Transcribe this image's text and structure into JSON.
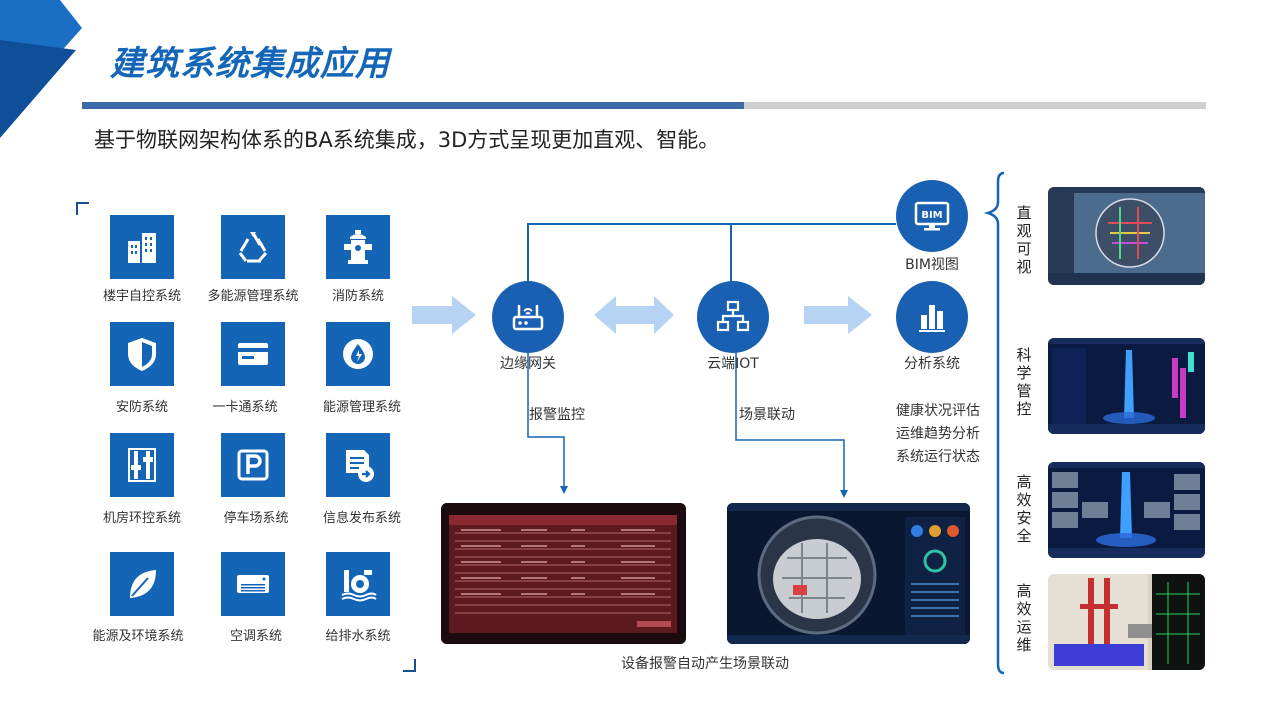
{
  "header": {
    "title": "建筑系统集成应用",
    "subtitle": "基于物联网架构体系的BA系统集成，3D方式呈现更加直观、智能。"
  },
  "systems": [
    {
      "label": "楼宇自控系统",
      "icon": "building-icon"
    },
    {
      "label": "多能源管理系统",
      "icon": "recycle-icon"
    },
    {
      "label": "消防系统",
      "icon": "hydrant-icon"
    },
    {
      "label": "安防系统",
      "icon": "shield-icon"
    },
    {
      "label": "一卡通系统",
      "icon": "card-icon"
    },
    {
      "label": "能源管理系统",
      "icon": "water-drop-icon"
    },
    {
      "label": "机房环控系统",
      "icon": "sliders-icon"
    },
    {
      "label": "停车场系统",
      "icon": "parking-icon"
    },
    {
      "label": "信息发布系统",
      "icon": "document-share-icon"
    },
    {
      "label": "能源及环境系统",
      "icon": "leaf-icon"
    },
    {
      "label": "空调系统",
      "icon": "air-conditioner-icon"
    },
    {
      "label": "给排水系统",
      "icon": "pump-icon"
    }
  ],
  "nodes": {
    "edge_gateway": "边缘网关",
    "cloud_iot": "云端IOT",
    "analysis": "分析系统",
    "bim": "BIM视图",
    "bim_icon_text": "BIM"
  },
  "links": {
    "alarm_monitor": "报警监控",
    "scene_linkage": "场景联动"
  },
  "analysis_items": [
    "健康状况评估",
    "运维趋势分析",
    "系统运行状态"
  ],
  "bottom_caption": "设备报警自动产生场景联动",
  "side_features": [
    "直观可视",
    "科学管控",
    "高效安全",
    "高效运维"
  ],
  "colors": {
    "brand_blue": "#1565b6",
    "title_blue": "#1366b8",
    "arrow_blue": "#b7d3f3"
  }
}
